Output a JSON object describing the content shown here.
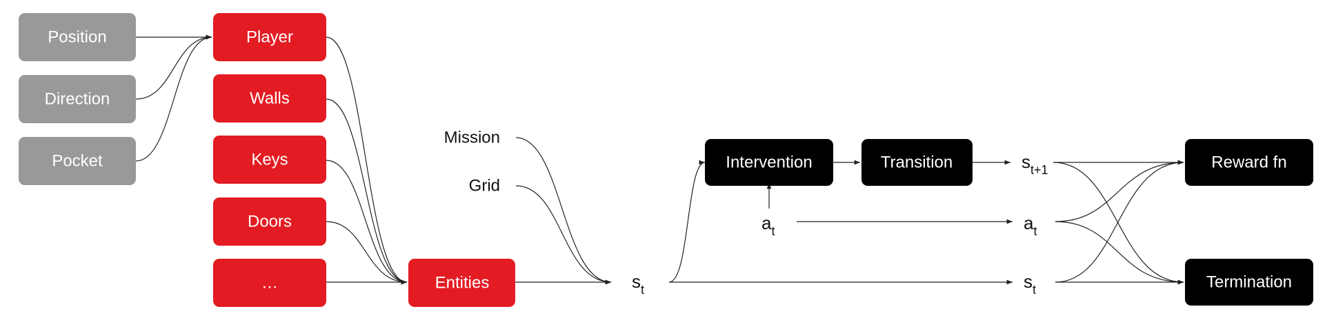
{
  "colors": {
    "attribute": "#999999",
    "entity": "#e31b23",
    "process": "#000000",
    "edge": "#222222"
  },
  "nodes": {
    "position": "Position",
    "direction": "Direction",
    "pocket": "Pocket",
    "player": "Player",
    "walls": "Walls",
    "keys": "Keys",
    "doors": "Doors",
    "more": "…",
    "entities": "Entities",
    "intervention": "Intervention",
    "transition": "Transition",
    "reward_fn": "Reward fn",
    "termination": "Termination"
  },
  "labels": {
    "mission": "Mission",
    "grid": "Grid"
  },
  "symbols": {
    "s_t": {
      "base": "s",
      "sub": "t"
    },
    "a_t": {
      "base": "a",
      "sub": "t"
    },
    "s_next": {
      "base": "s",
      "sub": "t+1"
    },
    "a_t_right": {
      "base": "a",
      "sub": "t"
    },
    "s_t_right": {
      "base": "s",
      "sub": "t"
    }
  }
}
